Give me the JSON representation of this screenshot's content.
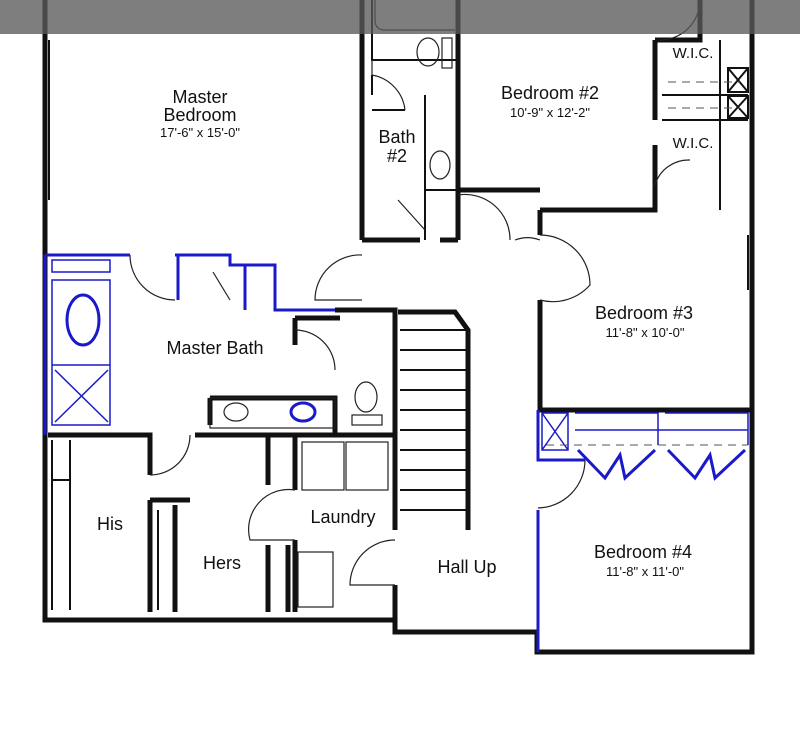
{
  "rooms": {
    "master_bedroom": {
      "name_line1": "Master",
      "name_line2": "Bedroom",
      "size": "17'-6\" x 15'-0\""
    },
    "bath2": {
      "name_line1": "Bath",
      "name_line2": "#2"
    },
    "bedroom2": {
      "name": "Bedroom #2",
      "size": "10'-9\" x 12'-2\""
    },
    "wic_upper": {
      "name": "W.I.C."
    },
    "wic_lower": {
      "name": "W.I.C."
    },
    "bedroom3": {
      "name": "Bedroom #3",
      "size": "11'-8\" x 10'-0\""
    },
    "master_bath": {
      "name": "Master Bath"
    },
    "his": {
      "name": "His"
    },
    "hers": {
      "name": "Hers"
    },
    "laundry": {
      "name": "Laundry"
    },
    "hall": {
      "name": "Hall Up"
    },
    "bedroom4": {
      "name": "Bedroom #4",
      "size": "11'-8\" x 11'-0\""
    }
  },
  "colors": {
    "walls": "#111111",
    "highlight": "#1a1ac8",
    "top_bar": "#5a5a5a"
  }
}
